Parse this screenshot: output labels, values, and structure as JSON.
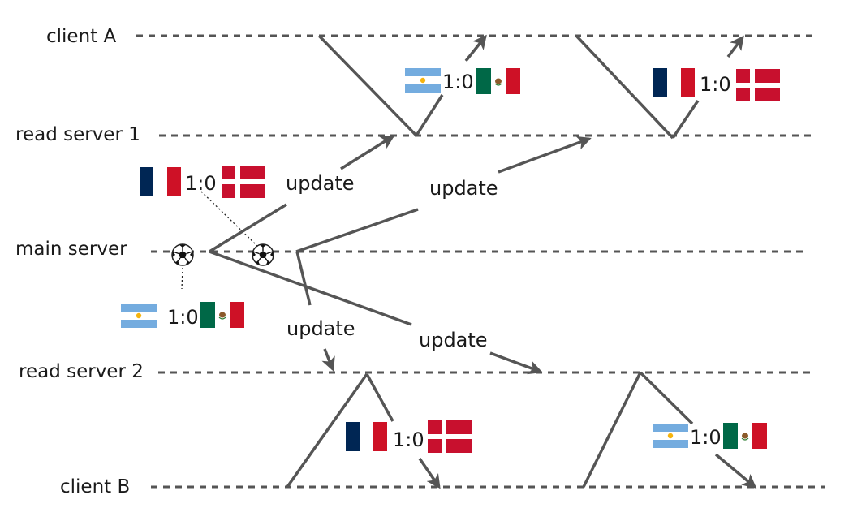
{
  "timelines": {
    "client_a": "client A",
    "read_server_1": "read server 1",
    "main_server": "main server",
    "read_server_2": "read server 2",
    "client_b": "client B"
  },
  "update_label": "update",
  "score": "1:0",
  "matches": {
    "france_denmark": {
      "home": "France",
      "away": "Denmark",
      "score": "1:0"
    },
    "argentina_mexico": {
      "home": "Argentina",
      "away": "Mexico",
      "score": "1:0"
    }
  },
  "colors": {
    "line": "#555555",
    "france_blue": "#002654",
    "france_red": "#CE1126",
    "denmark_red": "#C8102E",
    "argentina_blue": "#74ACDF",
    "argentina_sun": "#F6B40E",
    "mexico_green": "#006847",
    "mexico_red": "#CE1126"
  },
  "icons": [
    "soccer-ball-icon",
    "flag-france-icon",
    "flag-denmark-icon",
    "flag-argentina-icon",
    "flag-mexico-icon"
  ]
}
